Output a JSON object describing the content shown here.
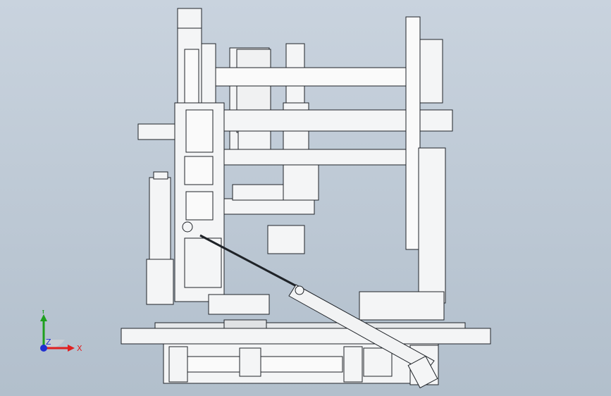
{
  "viewport": {
    "background_top": "#c9d3de",
    "background_bottom": "#b2bfcc",
    "line_color": "#1f2328",
    "part_fill": "#f4f5f6"
  },
  "triad": {
    "x_label": "X",
    "y_label": "Y",
    "z_label": "Z",
    "x_color": "#e02020",
    "y_color": "#1ea01e",
    "z_color": "#2030d0"
  }
}
